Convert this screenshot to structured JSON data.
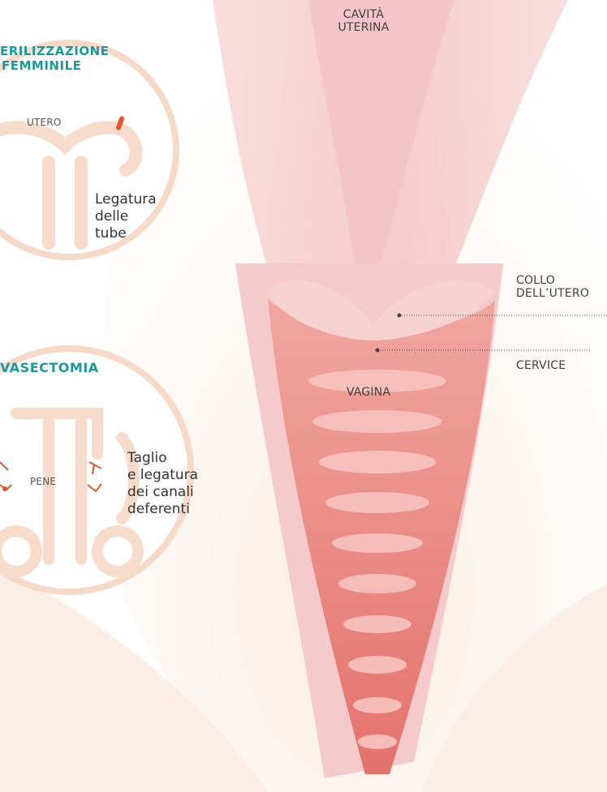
{
  "uterus": {
    "cavity_label_line1": "CAVITÀ",
    "cavity_label_line2": "UTERINA",
    "neck_label_line1": "COLLO",
    "neck_label_line2": "DELL’UTERO",
    "cervix_label": "CERVICE",
    "vagina_label": "VAGINA"
  },
  "female_sterilization": {
    "title_line1": "ERILIZZAZIONE",
    "title_line2": "FEMMINILE",
    "organ_label": "UTERO",
    "caption_lines": [
      "Legatura",
      "delle",
      "tube"
    ]
  },
  "vasectomy": {
    "title": "VASECTOMIA",
    "organ_label": "PENE",
    "caption_lines": [
      "Taglio",
      "e legatura",
      "dei canali",
      "deferenti"
    ]
  },
  "colors": {
    "teal": "#1a9a9e",
    "orange": "#e4572e",
    "circle_outline": "#f7d9c8",
    "tissue": "#f4c6c6",
    "lumen": "#ee8f8f"
  }
}
